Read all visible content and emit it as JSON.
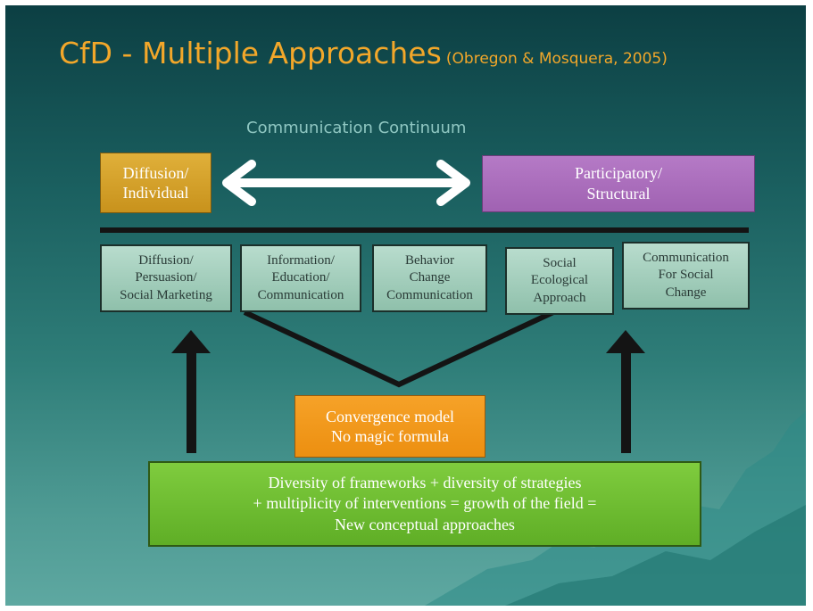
{
  "title": {
    "main": "CfD - Multiple Approaches",
    "citation": "(Obregon & Mosquera, 2005)"
  },
  "subtitle": "Communication Continuum",
  "continuum": {
    "left": [
      "Diffusion/",
      "Individual"
    ],
    "right": [
      "Participatory/",
      "Structural"
    ]
  },
  "approaches": [
    [
      "Diffusion/",
      "Persuasion/",
      "Social Marketing"
    ],
    [
      "Information/",
      "Education/",
      "Communication"
    ],
    [
      "Behavior",
      "Change",
      "Communication"
    ],
    [
      "Social",
      "Ecological",
      "Approach"
    ],
    [
      "Communication",
      "For Social",
      "Change"
    ]
  ],
  "convergence": [
    "Convergence model",
    "No magic formula"
  ],
  "diversity": [
    "Diversity of frameworks + diversity of strategies",
    "+ multiplicity of interventions = growth of the field =",
    "New conceptual approaches"
  ],
  "colors": {
    "title": "#f2a72a",
    "diffusion_box": "#d49f2a",
    "participatory_box": "#a86cba",
    "approach_box": "#a3d0bd",
    "convergence_box": "#f29a1e",
    "diversity_box": "#6fbe32"
  }
}
